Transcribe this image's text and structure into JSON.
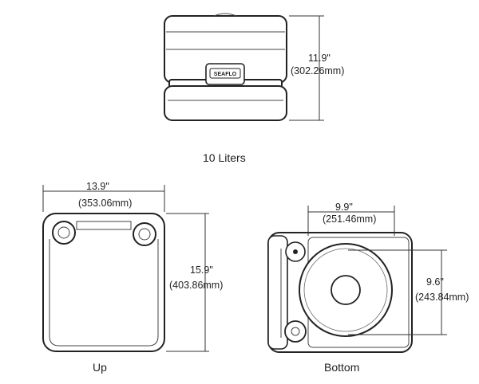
{
  "caption": "10 Liters",
  "side_view": {
    "height_in": "11.9\"",
    "height_mm": "(302.26mm)",
    "brand_label": "SEAFLO"
  },
  "up_view": {
    "label": "Up",
    "width_in": "13.9\"",
    "width_mm": "(353.06mm)",
    "height_in": "15.9\"",
    "height_mm": "(403.86mm)"
  },
  "bottom_view": {
    "label": "Bottom",
    "width_in": "9.9\"",
    "width_mm": "(251.46mm)",
    "height_in": "9.6\"",
    "height_mm": "(243.84mm)"
  }
}
